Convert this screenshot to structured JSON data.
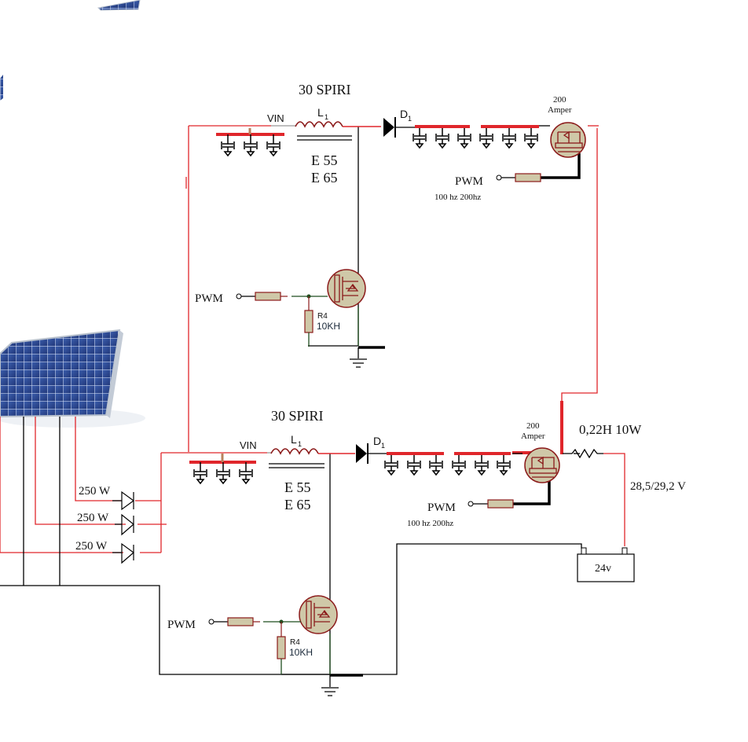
{
  "diagram": {
    "title": "Solar MPPT buck-boost charger schematic",
    "colors": {
      "wire_red": "#e0262b",
      "wire_black": "#000000",
      "wire_green": "#1f4d1f",
      "component_fill": "#cfc8a8",
      "component_stroke": "#8b1a1a",
      "panel_blue": "#2f4f9a"
    },
    "solar_panels": [
      {
        "name": "solar-panel-top",
        "icon": "solar-panel-icon"
      },
      {
        "name": "solar-panel-left",
        "icon": "solar-panel-icon"
      },
      {
        "name": "solar-panel-main",
        "icon": "solar-panel-icon"
      }
    ],
    "inputs": [
      {
        "label": "250 W",
        "icon": "diode-icon"
      },
      {
        "label": "250 W",
        "icon": "diode-icon"
      },
      {
        "label": "250 W",
        "icon": "diode-icon"
      }
    ],
    "stages": [
      {
        "id": "upper",
        "inductor_turns": "30 SPIRI",
        "vin_label": "VIN",
        "inductor_label": "L",
        "inductor_sub": "1",
        "core_line1": "E 55",
        "core_line2": "E 65",
        "diode_label": "D",
        "diode_sub": "1",
        "output_mosfet_line1": "200",
        "output_mosfet_line2": "Amper",
        "pwm_out_label": "PWM",
        "pwm_freq": "100 hz  200hz",
        "pwm_in_label": "PWM",
        "resistor_name": "R4",
        "resistor_value": "10KH",
        "input_capacitors": 3,
        "output_capacitors": 6
      },
      {
        "id": "lower",
        "inductor_turns": "30 SPIRI",
        "vin_label": "VIN",
        "inductor_label": "L",
        "inductor_sub": "1",
        "core_line1": "E 55",
        "core_line2": "E 65",
        "diode_label": "D",
        "diode_sub": "1",
        "output_mosfet_line1": "200",
        "output_mosfet_line2": "Amper",
        "pwm_out_label": "PWM",
        "pwm_freq": "100 hz  200hz",
        "pwm_in_label": "PWM",
        "resistor_name": "R4",
        "resistor_value": "10KH",
        "input_capacitors": 3,
        "output_capacitors": 6
      }
    ],
    "output": {
      "shunt_label": "0,22H 10W",
      "voltage_label": "28,5/29,2 V",
      "battery_label": "24v"
    }
  }
}
